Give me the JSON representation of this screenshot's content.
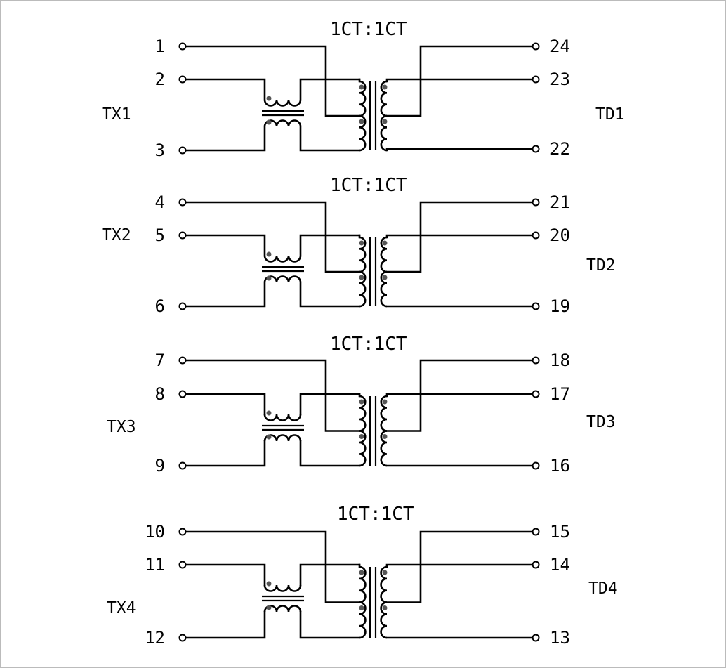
{
  "colors": {
    "stroke": "#000000",
    "dot": "#555555",
    "border": "#bbbbbb",
    "background": "#ffffff"
  },
  "channels": [
    {
      "ratio": "1CT:1CT",
      "tx_label": "TX1",
      "td_label": "TD1",
      "left_pins": [
        "1",
        "2",
        "3"
      ],
      "right_pins": [
        "24",
        "23",
        "22"
      ]
    },
    {
      "ratio": "1CT:1CT",
      "tx_label": "TX2",
      "td_label": "TD2",
      "left_pins": [
        "4",
        "5",
        "6"
      ],
      "right_pins": [
        "21",
        "20",
        "19"
      ]
    },
    {
      "ratio": "1CT:1CT",
      "tx_label": "TX3",
      "td_label": "TD3",
      "left_pins": [
        "7",
        "8",
        "9"
      ],
      "right_pins": [
        "18",
        "17",
        "16"
      ]
    },
    {
      "ratio": "1CT:1CT",
      "tx_label": "TX4",
      "td_label": "TD4",
      "left_pins": [
        "10",
        "11",
        "12"
      ],
      "right_pins": [
        "15",
        "14",
        "13"
      ]
    }
  ]
}
